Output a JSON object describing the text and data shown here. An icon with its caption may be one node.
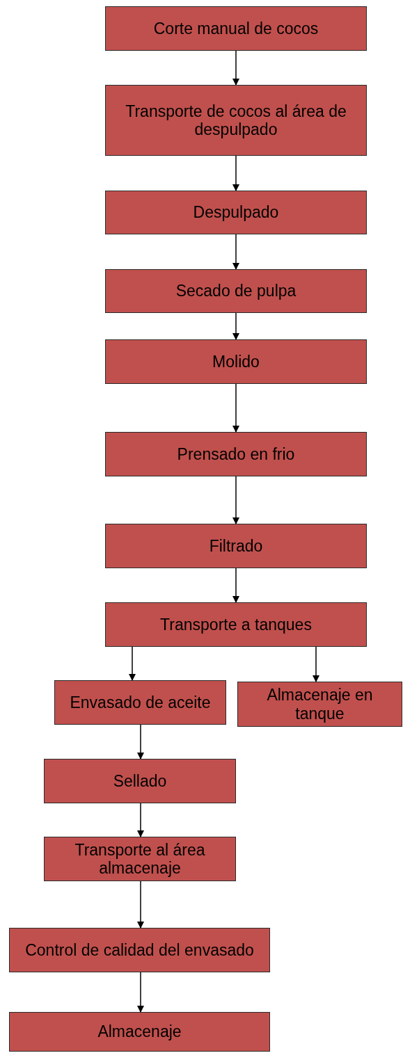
{
  "diagram": {
    "nodes": [
      {
        "text": [
          "Corte manual de cocos"
        ]
      },
      {
        "text": [
          "Transporte de cocos al área de despulpado"
        ]
      },
      {
        "text": [
          "Despulpado"
        ]
      },
      {
        "text": [
          "Secado de pulpa"
        ]
      },
      {
        "text": [
          "Molido"
        ]
      },
      {
        "text": [
          "Prensado en frio"
        ]
      },
      {
        "text": [
          "Filtrado"
        ]
      },
      {
        "text": [
          "Transporte a tanques"
        ]
      },
      {
        "text": [
          "Envasado de aceite"
        ]
      },
      {
        "text": [
          "Almacenaje en tanque"
        ]
      },
      {
        "text": [
          "Sellado"
        ]
      },
      {
        "text": [
          "Transporte al área almacenaje"
        ]
      },
      {
        "text": [
          "Control de calidad del envasado"
        ]
      },
      {
        "text": [
          "Almacenaje"
        ]
      }
    ],
    "edges": [
      {
        "from": 0,
        "to": 1,
        "arrow": "to"
      },
      {
        "from": 1,
        "to": 2,
        "arrow": "to"
      },
      {
        "from": 2,
        "to": 3,
        "arrow": "to"
      },
      {
        "from": 3,
        "to": 4,
        "arrow": "to"
      },
      {
        "from": 4,
        "to": 5,
        "arrow": "to"
      },
      {
        "from": 5,
        "to": 6,
        "arrow": "to"
      },
      {
        "from": 6,
        "to": 7,
        "arrow": "to"
      },
      {
        "from": 7,
        "to": 8,
        "arrow": "to"
      },
      {
        "from": 7,
        "to": 9,
        "arrow": "to"
      },
      {
        "from": 8,
        "to": 10,
        "arrow": "to"
      },
      {
        "from": 10,
        "to": 11,
        "arrow": "to"
      },
      {
        "from": 11,
        "to": 12,
        "arrow": "to"
      },
      {
        "from": 12,
        "to": 13,
        "arrow": "to"
      }
    ]
  }
}
